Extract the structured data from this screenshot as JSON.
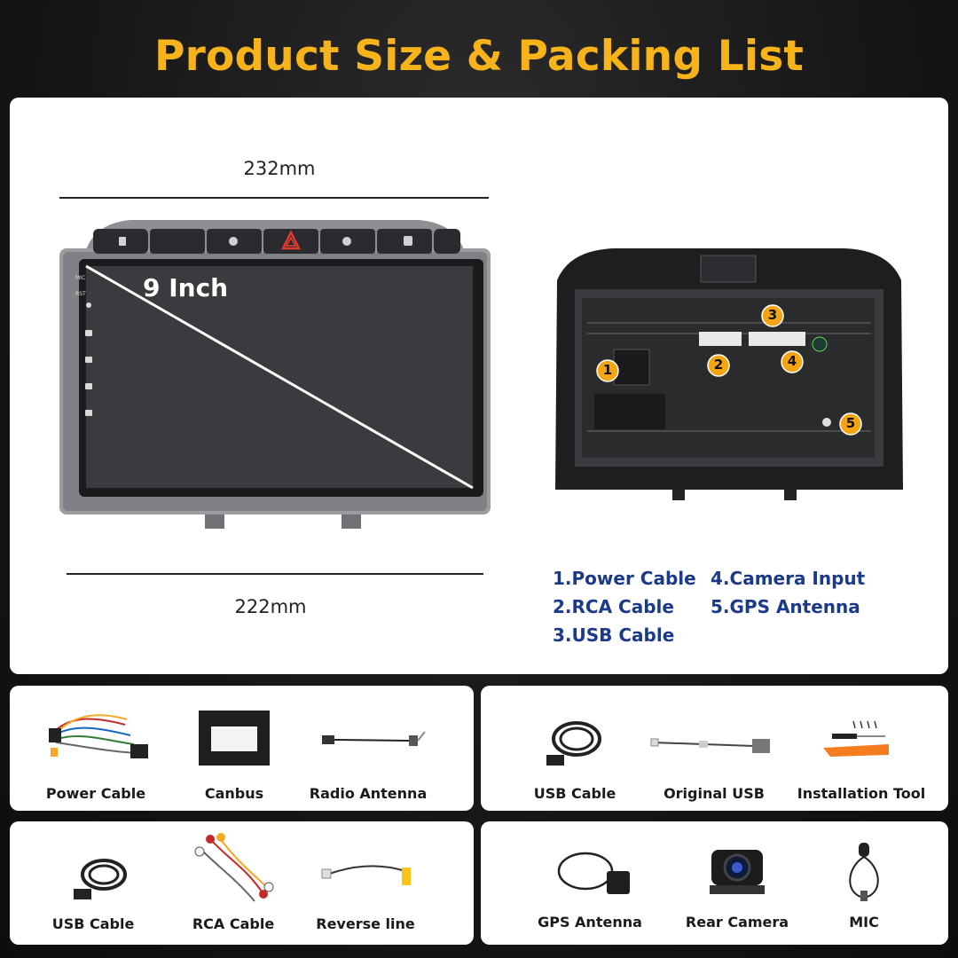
{
  "title": "Product Size & Packing List",
  "dimensions": {
    "top_width": "232mm",
    "bottom_width": "222mm",
    "screen_size": "9 Inch"
  },
  "side_buttons": [
    "MIC",
    "RST"
  ],
  "connectors": {
    "markers": [
      "1",
      "2",
      "3",
      "4",
      "5"
    ],
    "legend": [
      "1.Power Cable",
      "2.RCA Cable",
      "3.USB Cable",
      "4.Camera Input",
      "5.GPS Antenna"
    ]
  },
  "accessories": {
    "box1": [
      "Power Cable",
      "Canbus",
      "Radio Antenna"
    ],
    "box2": [
      "USB Cable",
      "Original USB",
      "Installation Tool"
    ],
    "box3": [
      "USB Cable",
      "RCA Cable",
      "Reverse line"
    ],
    "box4": [
      "GPS Antenna",
      "Rear Camera",
      "MIC"
    ]
  },
  "colors": {
    "title": "#f7b31a",
    "legend": "#1c3a8a",
    "marker": "#f5a512"
  }
}
